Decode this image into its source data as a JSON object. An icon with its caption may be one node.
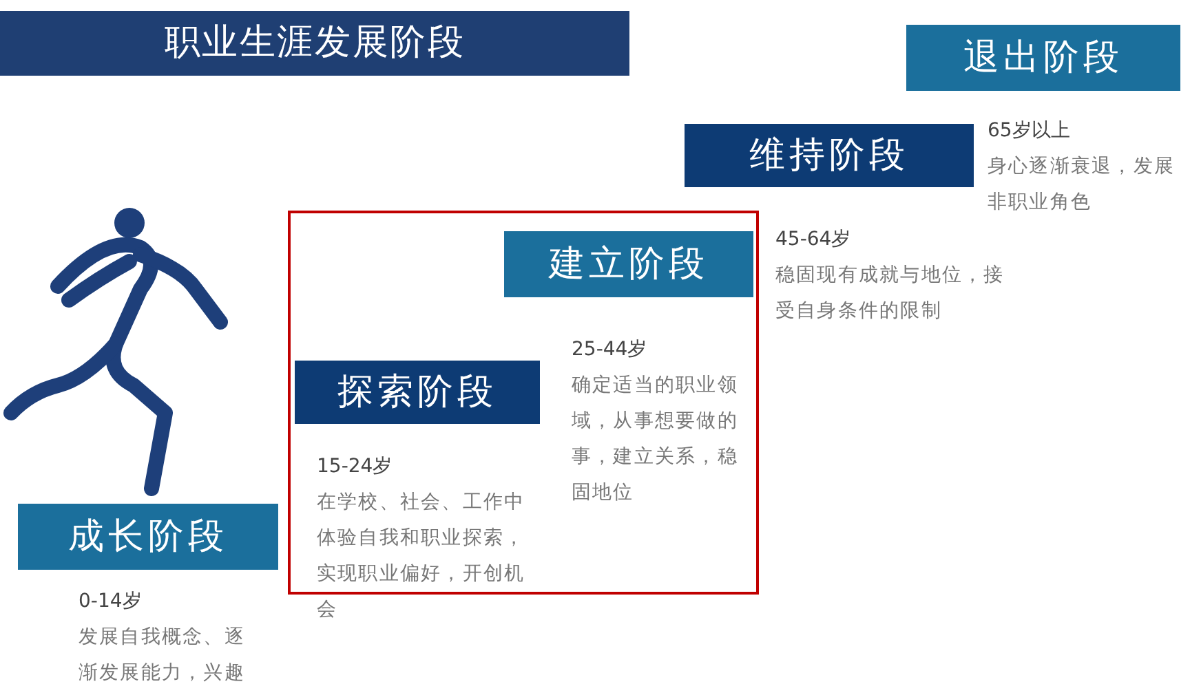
{
  "diagram": {
    "title": "职业生涯发展阶段",
    "nodes": [
      {
        "text": [
          "退出阶段"
        ],
        "beside": [
          "65岁以上",
          "身心逐渐衰退，发展非职业角色"
        ]
      },
      {
        "text": [
          "维持阶段"
        ],
        "beside": [
          "45-64岁",
          "稳固现有成就与地位，接受自身条件的限制"
        ]
      },
      {
        "text": [],
        "shape": "box"
      },
      {
        "text": [
          "建立阶段"
        ],
        "in": 2,
        "beside": [
          "25-44岁",
          "确定适当的职业领域，从事想要做的事，建立关系，稳固地位"
        ]
      },
      {
        "text": [
          "探索阶段"
        ],
        "in": 2,
        "beside": [
          "15-24岁",
          "在学校、社会、工作中体验自我和职业探索，实现职业偏好，开创机会"
        ]
      },
      {
        "text": [
          "成长阶段"
        ],
        "beside": [
          "0-14岁",
          "发展自我概念、逐渐发展能力，兴趣"
        ]
      }
    ]
  }
}
